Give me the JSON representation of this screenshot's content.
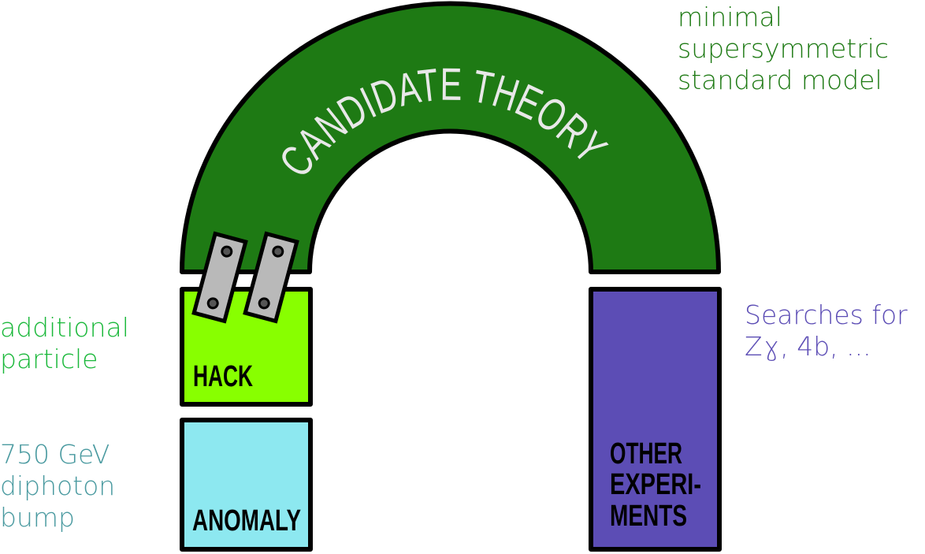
{
  "arch": {
    "label": "CANDIDATE THEORY",
    "annotation": [
      "minimal",
      "supersymmetric",
      "standard model"
    ]
  },
  "hack": {
    "label": "HACK",
    "annotation": [
      "additional",
      "particle"
    ]
  },
  "anomaly": {
    "label": "ANOMALY",
    "annotation": [
      "750 GeV",
      "diphoton",
      "bump"
    ]
  },
  "other": {
    "label": [
      "OTHER",
      "EXPERI-",
      "MENTS"
    ],
    "annotation": [
      "Searches for",
      "Zɣ, 4b, ..."
    ]
  },
  "colors": {
    "arch": "#1e7a14",
    "hack": "#88ff00",
    "anomaly": "#8de8f0",
    "other": "#5c4db5",
    "clip": "#b9b9b9",
    "hack_text": "#1ab83a",
    "anomaly_text": "#4a9aa0"
  }
}
